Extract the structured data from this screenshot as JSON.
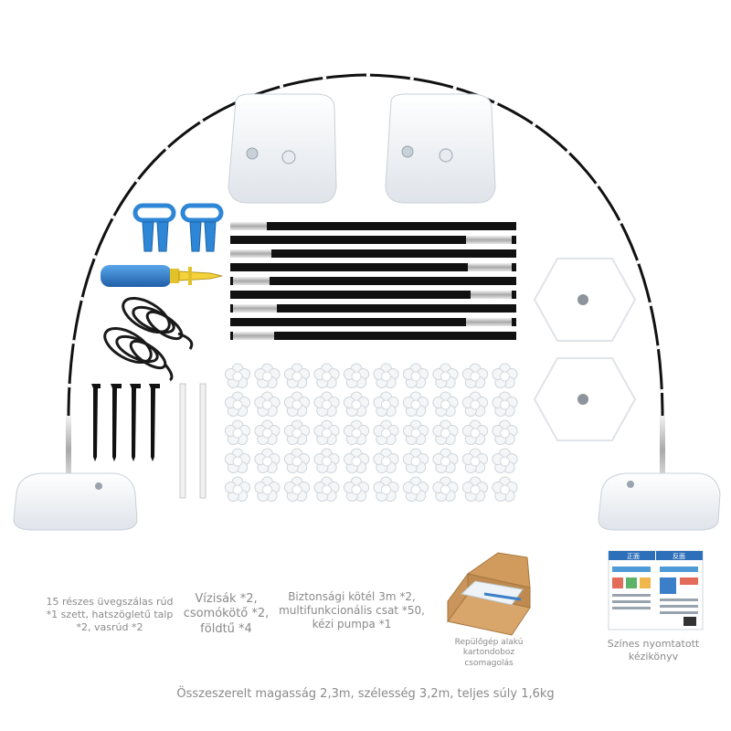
{
  "captions": {
    "arch_parts": "15 részes üvegszálas rúd *1 szett, hatszögletű talp *2, vasrúd *2",
    "bags_knots": "Vízisák *2, csomókötő *2, földtű *4",
    "rope_clips": "Biztonsági kötél 3m *2, multifunkcionális csat *50, kézi pumpa *1",
    "box": "Repülőgép alakú kartondoboz csomagolás",
    "manual": "Színes nyomtatott kézikönyv",
    "dimensions": "Összeszerelt magasság 2,3m, szélesség 3,2m, teljes súly 1,6kg"
  },
  "manual_headers": {
    "front": "正面",
    "back": "反面"
  },
  "colors": {
    "pump": "#2f7fd0",
    "knot_tool": "#2e86d6",
    "pole": "#111111",
    "manual_bar": "#2d6fb8",
    "box": "#c9955a"
  },
  "icons": [
    "arch-frame",
    "water-bag",
    "knot-tool",
    "hand-pump",
    "safety-rope",
    "fiberglass-pole",
    "hexagon-base",
    "ground-stake",
    "iron-rod",
    "flower-clip",
    "cardboard-box",
    "manual"
  ]
}
